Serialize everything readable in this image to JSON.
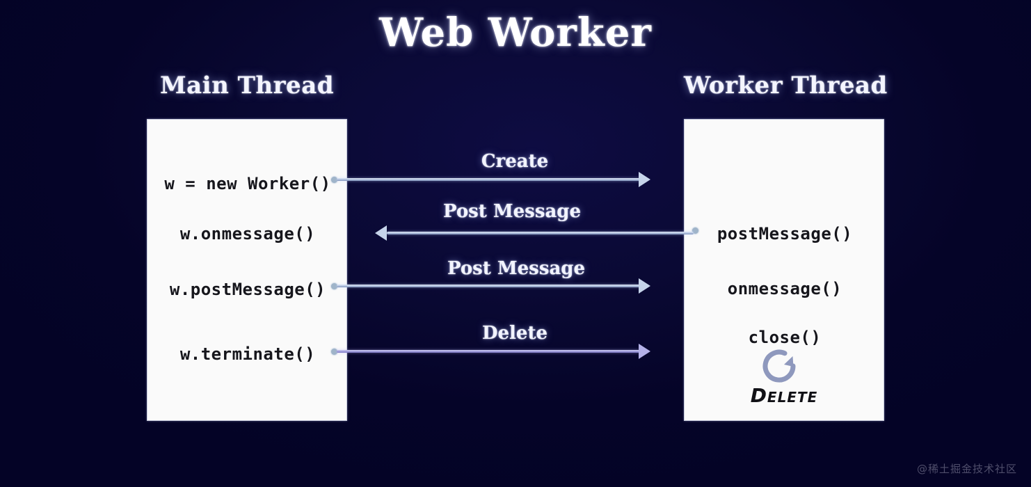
{
  "diagram": {
    "title": "Web Worker",
    "background_color": "#060531",
    "accent_blue": "#c6d4ea",
    "accent_purple": "#b4b1e8",
    "panel_color": "#fafafa",
    "code_text_color": "#16161c"
  },
  "columns": [
    {
      "key": "main",
      "header": "Main Thread",
      "lines": [
        "w = new Worker()",
        "w.onmessage()",
        "w.postMessage()",
        "w.terminate()"
      ]
    },
    {
      "key": "worker",
      "header": "Worker Thread",
      "lines": [
        "postMessage()",
        "onmessage()",
        "close()"
      ],
      "glyph_label": "Delete",
      "glyph_icon": "refresh-circle-icon"
    }
  ],
  "arrows": [
    {
      "label": "Create",
      "direction": "right",
      "color": "#c6d4ea",
      "from": "main",
      "to": "worker"
    },
    {
      "label": "Post Message",
      "direction": "left",
      "color": "#c6d4ea",
      "from": "worker",
      "to": "main"
    },
    {
      "label": "Post Message",
      "direction": "right",
      "color": "#c6d4ea",
      "from": "main",
      "to": "worker"
    },
    {
      "label": "Delete",
      "direction": "right",
      "color": "#b4b1e8",
      "from": "main",
      "to": "worker"
    }
  ],
  "watermark": "@稀土掘金技术社区"
}
